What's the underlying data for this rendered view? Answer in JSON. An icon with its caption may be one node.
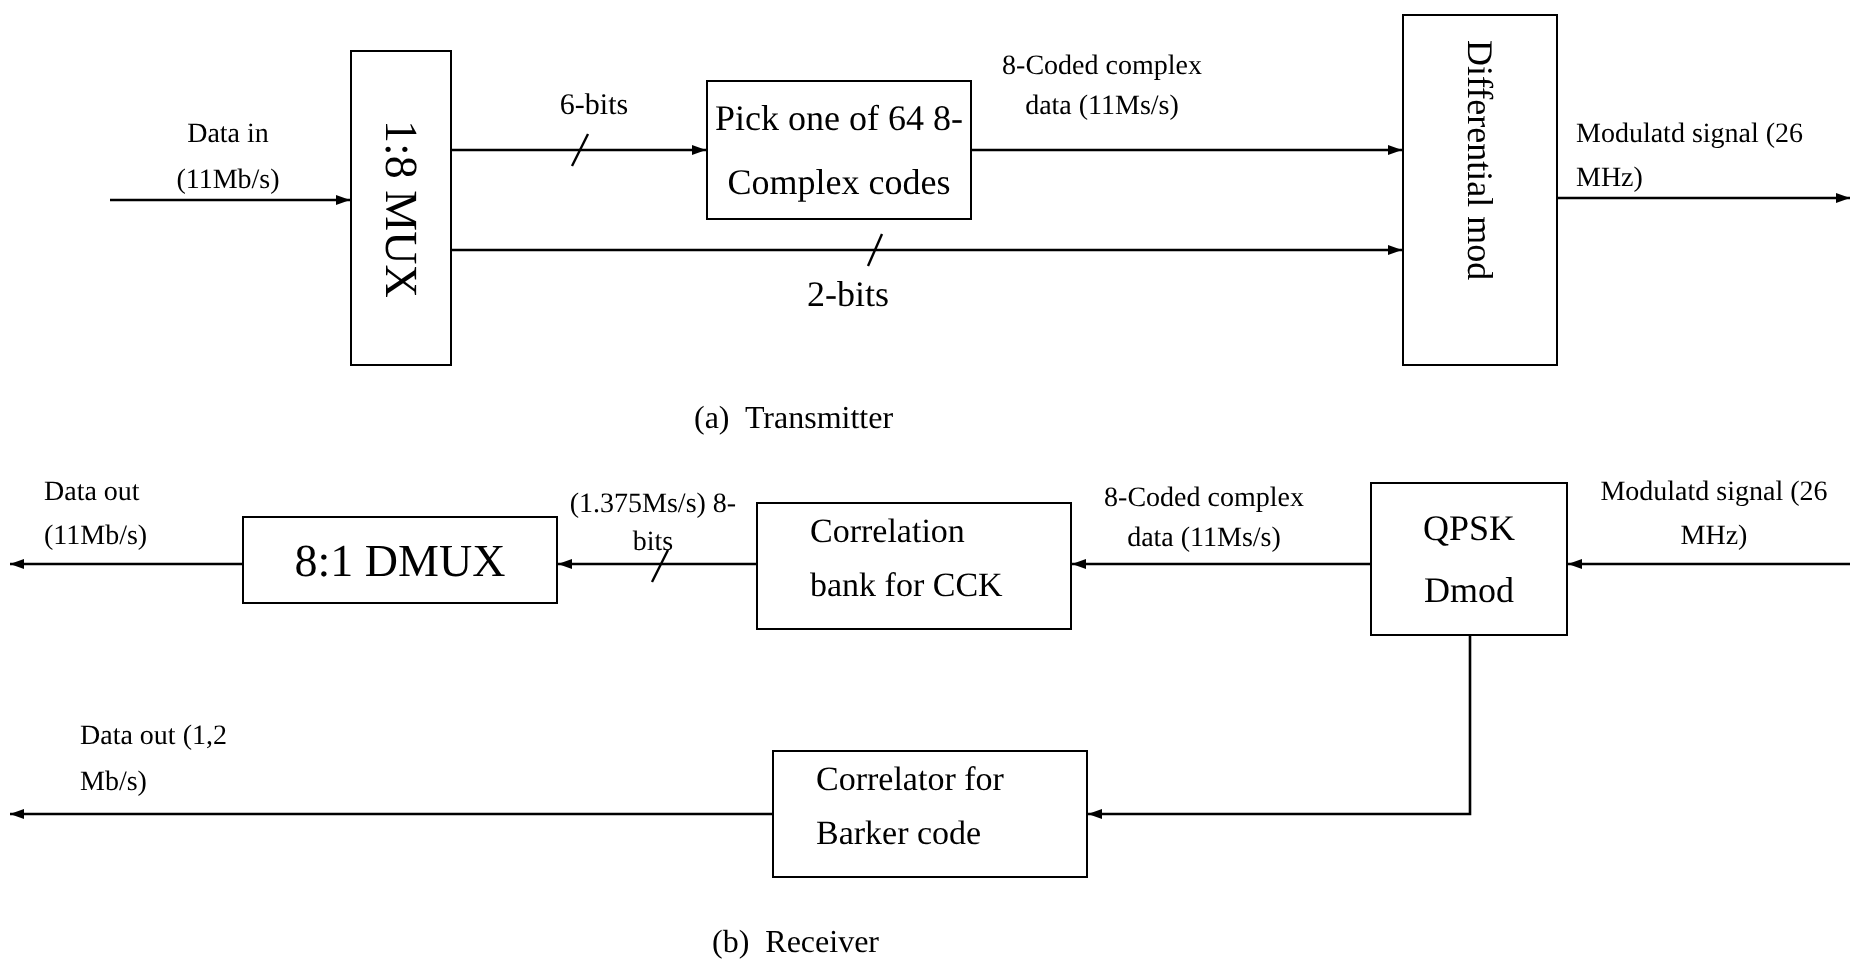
{
  "diagram": {
    "nodes": [
      {
        "text": [
          "1:8 MUX"
        ]
      },
      {
        "text": [
          "Pick one of 64 8-Complex codes"
        ]
      },
      {
        "text": [
          "Differential mod"
        ]
      },
      {
        "text": [
          "8:1 DMUX"
        ]
      },
      {
        "text": [
          "Correlation bank for CCK"
        ]
      },
      {
        "text": [
          "QPSK Dmod"
        ]
      },
      {
        "text": [
          "Correlator for Barker code"
        ]
      }
    ],
    "edges": [
      {
        "from": null,
        "to": 0,
        "arrow": "to",
        "label": "Data in (11Mb/s)"
      },
      {
        "from": 0,
        "to": 1,
        "arrow": "to",
        "label": "6-bits"
      },
      {
        "from": 0,
        "to": 2,
        "arrow": "to",
        "label": "2-bits"
      },
      {
        "from": 1,
        "to": 2,
        "arrow": "to",
        "label": "8-Coded complex data (11Ms/s)"
      },
      {
        "from": 2,
        "to": null,
        "arrow": "to",
        "label": "Modulatd signal (26 MHz)"
      },
      {
        "from": null,
        "to": 5,
        "arrow": "to",
        "label": "Modulatd signal (26 MHz)"
      },
      {
        "from": 5,
        "to": 4,
        "arrow": "to",
        "label": "8-Coded complex data (11Ms/s)"
      },
      {
        "from": 4,
        "to": 3,
        "arrow": "to",
        "label": "(1.375Ms/s) 8-bits"
      },
      {
        "from": 3,
        "to": null,
        "arrow": "to",
        "label": "Data out (11Mb/s)"
      },
      {
        "from": 5,
        "to": 6,
        "arrow": "to"
      },
      {
        "from": 6,
        "to": null,
        "arrow": "to",
        "label": "Data out (1,2 Mb/s)"
      }
    ],
    "labels": [
      "(a)  Transmitter",
      "(b)  Receiver"
    ]
  }
}
